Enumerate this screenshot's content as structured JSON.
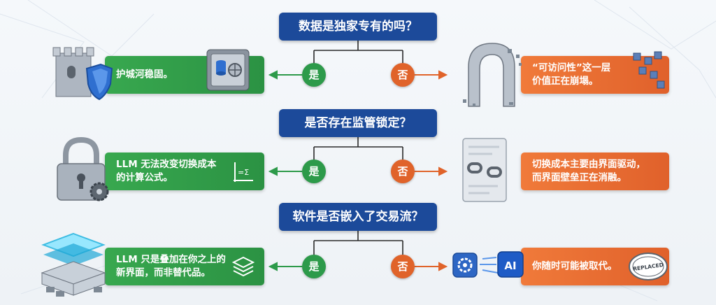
{
  "rows": [
    {
      "question": "数据是独家专有的吗？",
      "yes_label": "是",
      "no_label": "否",
      "yes_text": "护城河稳固。",
      "no_text_line1": "“可访问性”这一层",
      "no_text_line2": "价值正在崩塌。"
    },
    {
      "question": "是否存在监管锁定？",
      "yes_label": "是",
      "no_label": "否",
      "yes_text_line1": "LLM 无法改变切换成本",
      "yes_text_line2": "的计算公式。",
      "no_text_line1": "切换成本主要由界面驱动，",
      "no_text_line2": "而界面壁垒正在消融。"
    },
    {
      "question": "软件是否嵌入了交易流？",
      "yes_label": "是",
      "no_label": "否",
      "yes_text_line1": "LLM 只是叠加在你之上的",
      "yes_text_line2": "新界面，而非替代品。",
      "no_text": "你随时可能被取代。"
    }
  ],
  "icons": {
    "ai_badge": "AI",
    "stamp": "REPLACED",
    "formula": "=Σ"
  },
  "colors": {
    "question_bg": "#1c4a9a",
    "yes": "#2d9a4a",
    "no": "#e0632a"
  }
}
